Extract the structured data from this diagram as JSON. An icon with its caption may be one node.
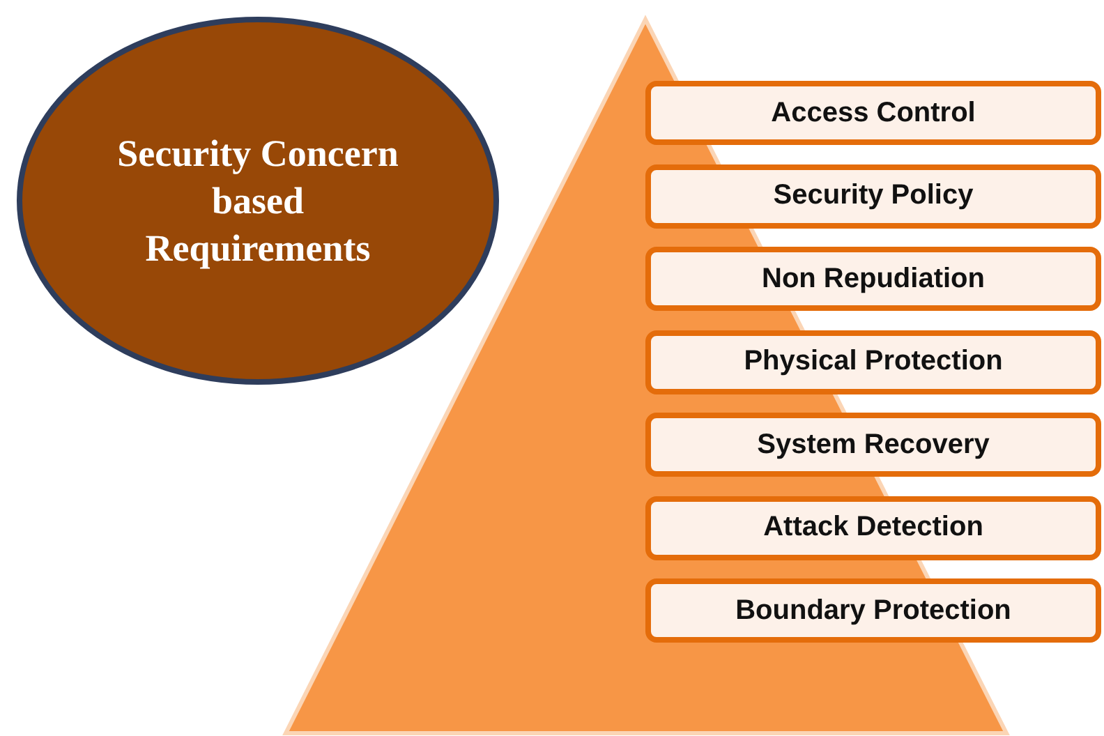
{
  "diagram": {
    "nodes": [
      {
        "text": [
          "Security Concern based Requirements"
        ]
      },
      {
        "text": [
          "Access Control"
        ]
      },
      {
        "text": [
          "Security Policy"
        ]
      },
      {
        "text": [
          "Non Repudiation"
        ]
      },
      {
        "text": [
          "Physical Protection"
        ]
      },
      {
        "text": [
          "System Recovery"
        ]
      },
      {
        "text": [
          "Attack Detection"
        ]
      },
      {
        "text": [
          "Boundary Protection"
        ]
      }
    ],
    "edges": []
  }
}
